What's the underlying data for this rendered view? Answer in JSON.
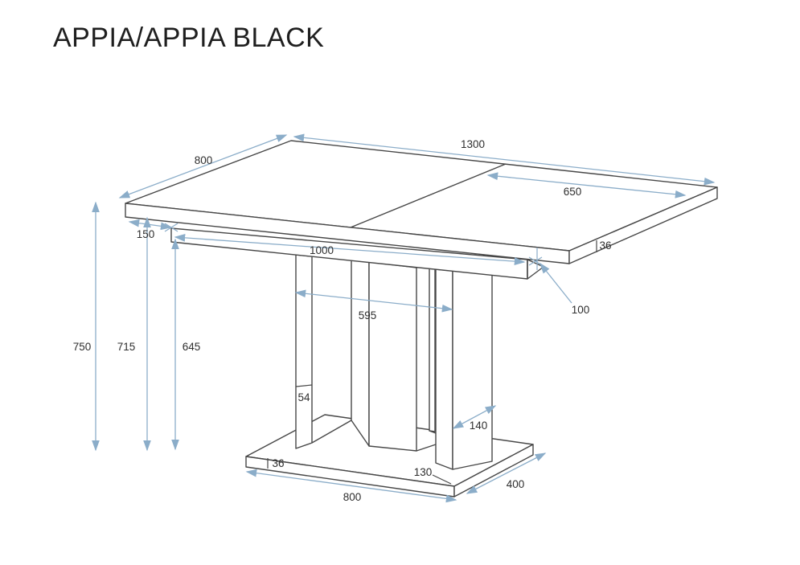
{
  "title": "APPIA/APPIA BLACK",
  "drawing": {
    "description": "isometric technical drawing of pedestal dining table with dimension callouts in millimetres",
    "colors": {
      "outline": "#474747",
      "dimension_lines": "#8badc9",
      "label_text": "#2e2e2e",
      "background": "#ffffff"
    },
    "dims": {
      "top_length": "1300",
      "top_depth": "800",
      "top_half_length": "650",
      "top_thickness": "36",
      "apron_inset": "150",
      "apron_length": "1000",
      "apron_corner_gap": "100",
      "total_height": "750",
      "height_under_top": "715",
      "height_under_apron": "645",
      "pedestal_span": "595",
      "panel_thickness": "54",
      "panel_depth": "140",
      "panel_foot_width": "130",
      "base_thickness": "36",
      "base_length": "800",
      "base_depth": "400"
    }
  }
}
